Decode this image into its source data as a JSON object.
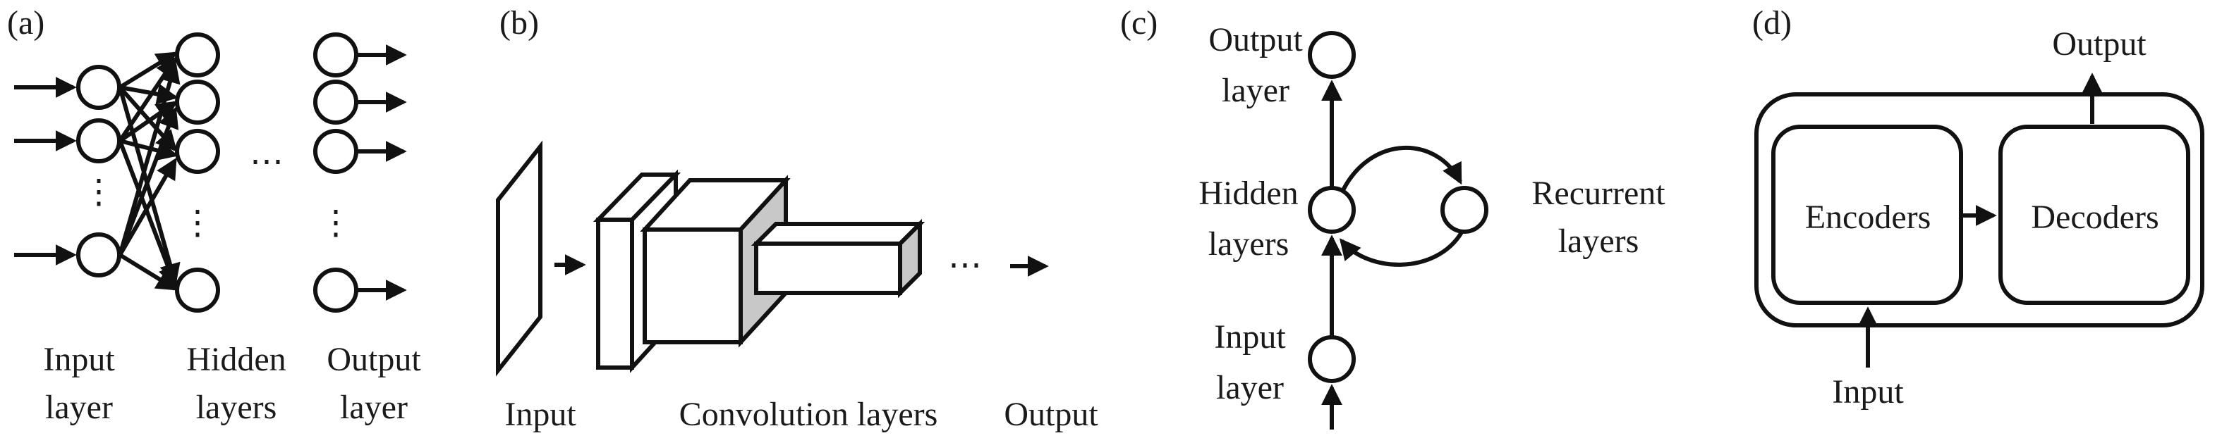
{
  "panel_a": {
    "tag": "(a)",
    "ellipsis": "⋯",
    "vdots": "⋮",
    "input_label": [
      "Input",
      "layer"
    ],
    "hidden_label": [
      "Hidden",
      "layers"
    ],
    "output_label": [
      "Output",
      "layer"
    ]
  },
  "panel_b": {
    "tag": "(b)",
    "input_label": "Input",
    "conv_label": "Convolution layers",
    "ellipsis": "⋯",
    "output_label": "Output",
    "shade_color": "#c8c8c8"
  },
  "panel_c": {
    "tag": "(c)",
    "output_label": [
      "Output",
      "layer"
    ],
    "hidden_label": [
      "Hidden",
      "layers"
    ],
    "input_label": [
      "Input",
      "layer"
    ],
    "recurrent_label": [
      "Recurrent",
      "layers"
    ]
  },
  "panel_d": {
    "tag": "(d)",
    "output_label": "Output",
    "encoders_label": "Encoders",
    "decoders_label": "Decoders",
    "input_label": "Input"
  }
}
